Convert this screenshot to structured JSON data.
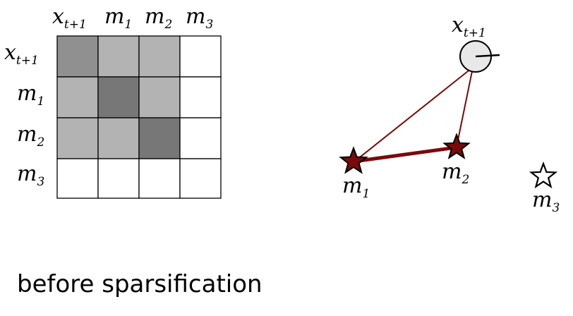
{
  "matrix": {
    "column_labels": [
      {
        "base": "x",
        "sub": "t+1"
      },
      {
        "base": "m",
        "sub": "1"
      },
      {
        "base": "m",
        "sub": "2"
      },
      {
        "base": "m",
        "sub": "3"
      }
    ],
    "row_labels": [
      {
        "base": "x",
        "sub": "t+1"
      },
      {
        "base": "m",
        "sub": "1"
      },
      {
        "base": "m",
        "sub": "2"
      },
      {
        "base": "m",
        "sub": "3"
      }
    ],
    "cell_fills": [
      [
        "#909090",
        "#b3b3b3",
        "#b3b3b3",
        "#ffffff"
      ],
      [
        "#b3b3b3",
        "#777777",
        "#b3b3b3",
        "#ffffff"
      ],
      [
        "#b3b3b3",
        "#b3b3b3",
        "#777777",
        "#ffffff"
      ],
      [
        "#ffffff",
        "#ffffff",
        "#ffffff",
        "#ffffff"
      ]
    ],
    "grid_color": "#000000"
  },
  "graph": {
    "nodes": [
      {
        "id": "x",
        "label": {
          "base": "x",
          "sub": "t+1"
        },
        "shape": "circle",
        "fill": "#e8e8e8"
      },
      {
        "id": "m1",
        "label": {
          "base": "m",
          "sub": "1"
        },
        "shape": "star",
        "fill": "#7a0a0a"
      },
      {
        "id": "m2",
        "label": {
          "base": "m",
          "sub": "2"
        },
        "shape": "star",
        "fill": "#7a0a0a"
      },
      {
        "id": "m3",
        "label": {
          "base": "m",
          "sub": "3"
        },
        "shape": "star",
        "fill": "#ffffff"
      }
    ],
    "edges": [
      {
        "from": "x",
        "to": "m1",
        "weight": "thin"
      },
      {
        "from": "x",
        "to": "m2",
        "weight": "thin"
      },
      {
        "from": "m1",
        "to": "m2",
        "weight": "thick"
      }
    ],
    "edge_color": "#7a0a0a"
  },
  "caption": "before sparsification"
}
